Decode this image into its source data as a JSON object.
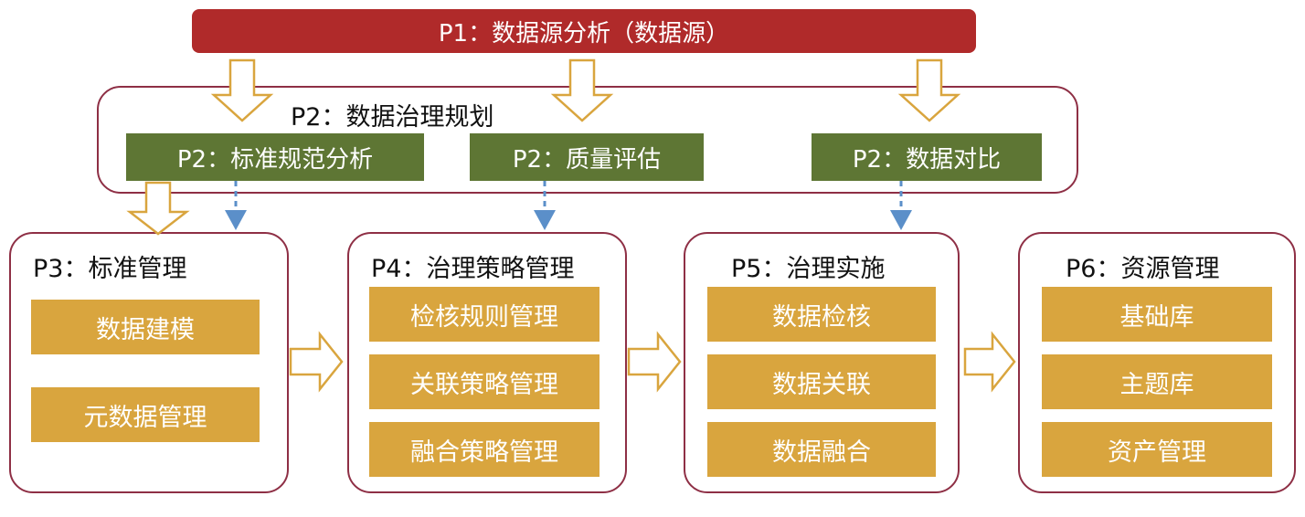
{
  "p1": {
    "label": "P1：数据源分析（数据源）",
    "color": "#b02a2a"
  },
  "p2": {
    "title": "P2：数据治理规划",
    "items": [
      "P2：标准规范分析",
      "P2：质量评估",
      "P2：数据对比"
    ],
    "item_color": "#5e7634"
  },
  "stages": [
    {
      "title": "P3：标准管理",
      "items": [
        "数据建模",
        "元数据管理"
      ]
    },
    {
      "title": "P4：治理策略管理",
      "items": [
        "检核规则管理",
        "关联策略管理",
        "融合策略管理"
      ]
    },
    {
      "title": "P5：治理实施",
      "items": [
        "数据检核",
        "数据关联",
        "数据融合"
      ]
    },
    {
      "title": "P6：资源管理",
      "items": [
        "基础库",
        "主题库",
        "资产管理"
      ]
    }
  ],
  "colors": {
    "frame_border": "#8e2f45",
    "item_fill": "#d9a53e",
    "hollow_arrow": "#d9a53e",
    "dashed_arrow": "#5b8fc9"
  }
}
